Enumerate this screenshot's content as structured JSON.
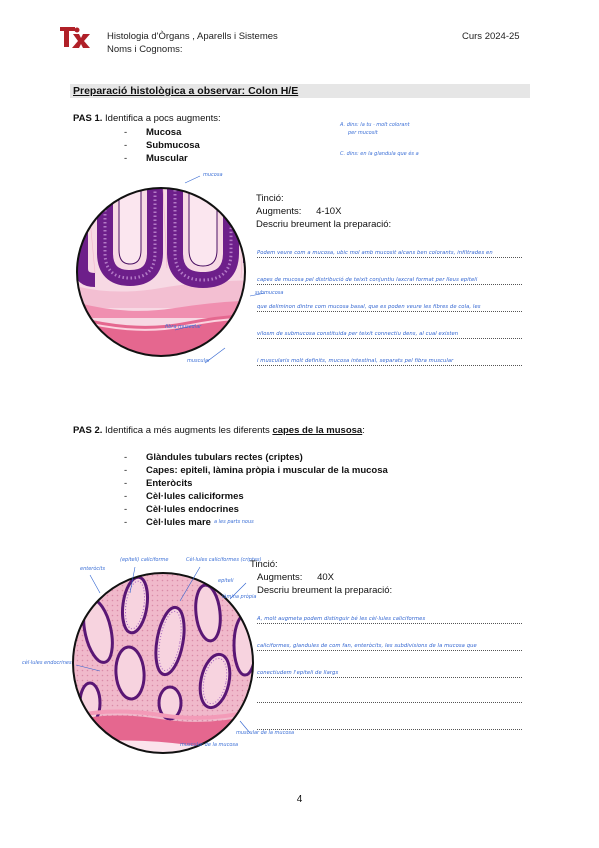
{
  "header": {
    "subject": "Histologia d'Òrgans , Aparells i Sistemes",
    "names_label": "Noms i Cognoms:",
    "course": "Curs 2024-25"
  },
  "section_title": "Preparació histològica a observar:  Colon  H/E",
  "step1": {
    "label": "PAS 1.",
    "text": "Identifica a pocs augments:",
    "items": [
      "Mucosa",
      "Submucosa",
      "Muscular"
    ],
    "notes": [
      "A. dins: la tu · molt colorant",
      "per mucosit",
      "C. dins: en la glandula que és a"
    ],
    "diagram_labels": [
      "mucosa",
      "submucosa",
      "fibra muscular",
      "muscular"
    ],
    "stain_label": "Tinció:",
    "mag_label": "Augments:",
    "mag_value": "4-10X",
    "describe_label": "Descriu breument la preparació:",
    "description_lines": [
      "Podem veure com a mucosa, ubic mol amb mucosit alcans ben colorants, infiltrades en",
      "capes de mucosa pel distribució de teixit conjuntiu laxcral format per lleus epiteli",
      "que deliminon dintre com mucosa basal, que es poden veure les fibres de cola, les",
      "vilosm de submucosa constituida per teixit connectiu dens, al cual existen",
      "i muscularis molt definits, mucosa intestinal, separats pel fibra muscular"
    ]
  },
  "step2": {
    "label": "PAS 2.",
    "text_before": "Identifica a més augments les diferents",
    "text_underlined": "capes de la musosa",
    "text_after": ":",
    "items": [
      "Glàndules tubulars rectes (criptes)",
      "Capes: epiteli, làmina pròpia i muscular de la mucosa",
      "Enteròcits",
      "Cèl·lules caliciformes",
      "Cèl·lules endocrines",
      "Cèl·lules mare"
    ],
    "mare_note": "a les parts nous",
    "diagram_labels": [
      "(epiteli) caliciforme",
      "Cèl·lules caliciformes (criptes)",
      "epiteli",
      "làmina pròpia",
      "muscular de la mucosa",
      "enteròcits",
      "cèl·lules endocrines",
      "muscular de la mucosa"
    ],
    "stain_label": "Tinció:",
    "mag_label": "Augments:",
    "mag_value": "40X",
    "describe_label": "Descriu breument la preparació:",
    "description_lines": [
      "A, molt augmeta podem distinguir bé les cèl·lules caliciformes",
      "caliciformes, glandules de com fan, enteròcits, les subdivisions de la mucosa que",
      "conectiudem l'epiteli de llargs"
    ]
  },
  "page_number": "4",
  "colors": {
    "crypt_purple": "#6d1f8a",
    "tissue_pink": "#e9a9c0",
    "muscle_pink": "#e0678f",
    "handwriting_blue": "#2f63d0"
  }
}
